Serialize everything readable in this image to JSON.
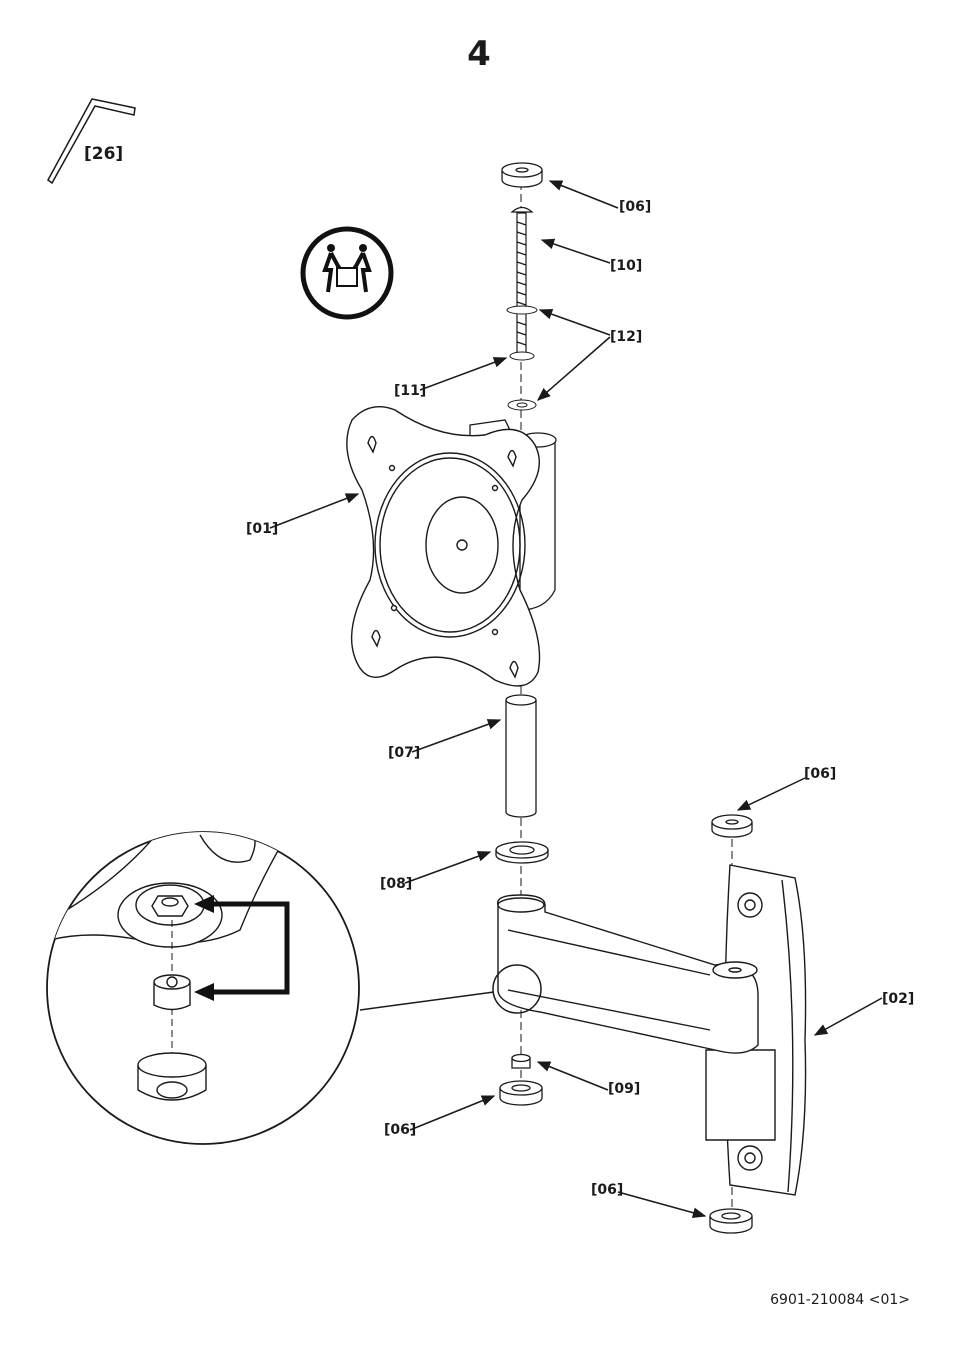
{
  "step": {
    "number": "4"
  },
  "tool": {
    "label": "[26]",
    "icon": "hex-key-icon"
  },
  "two_person_icon": "two-person-lift-icon",
  "callouts": {
    "washer_top": "[06]",
    "bolt": "[10]",
    "washers": "[12]",
    "small_washer": "[11]",
    "plate": "[01]",
    "spacer": "[07]",
    "thick_washer": "[08]",
    "cap_right": "[06]",
    "wall_bracket": "[02]",
    "nut": "[09]",
    "cap_bottom": "[06]",
    "cap_wall": "[06]"
  },
  "footer": {
    "code": "6901-210084 <01>"
  }
}
